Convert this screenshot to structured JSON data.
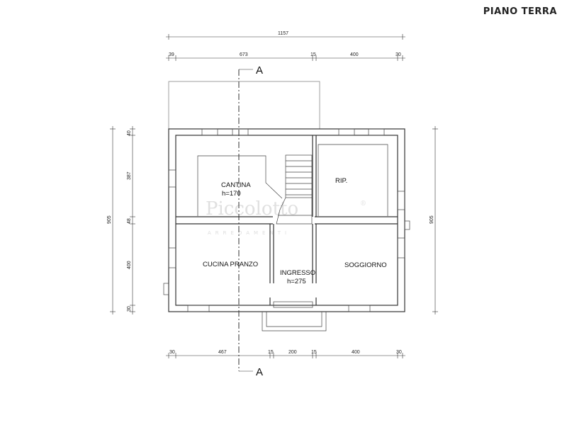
{
  "page_title": "PIANO TERRA",
  "section": {
    "top": "A",
    "bottom": "A"
  },
  "watermark": {
    "main": "Piccolotto",
    "sub": "ARREDAMENTI",
    "reg": "®"
  },
  "rooms": {
    "cantina": "CANTINA",
    "cantina_h": "h=170",
    "rip": "RIP.",
    "cucina": "CUCINA PRANZO",
    "ingresso": "INGRESSO",
    "ingresso_h": "h=275",
    "soggiorno": "SOGGIORNO"
  },
  "dimensions": {
    "overall_top": "1157",
    "top_chain": [
      "39",
      "673",
      "15",
      "400",
      "30"
    ],
    "bottom_chain": [
      "30",
      "467",
      "15",
      "200",
      "15",
      "400",
      "30"
    ],
    "left_total": "905",
    "left_chain": [
      "40",
      "387",
      "48",
      "400",
      "30"
    ],
    "right_total": "905"
  }
}
